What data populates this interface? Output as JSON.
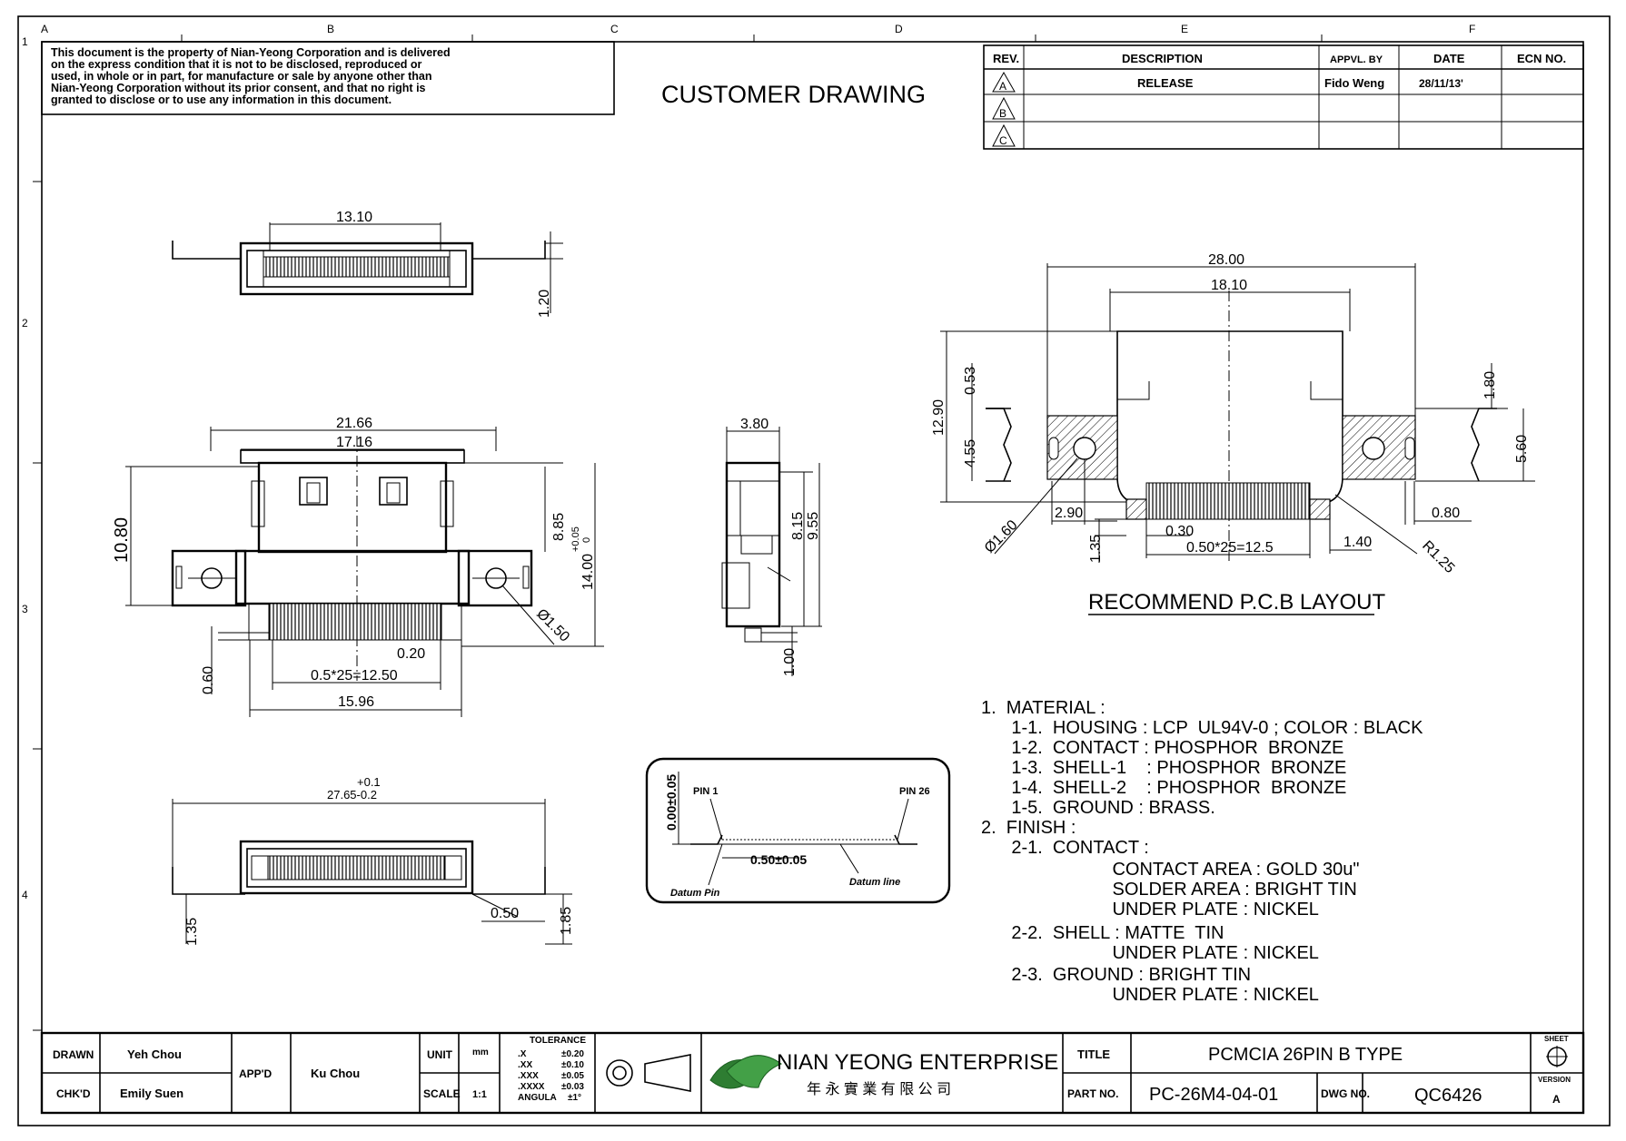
{
  "frame": {
    "columns": [
      "A",
      "B",
      "C",
      "D",
      "E",
      "F"
    ],
    "rows": [
      "1",
      "2",
      "3",
      "4"
    ]
  },
  "notice": [
    "This document is the property of Nian-Yeong Corporation and is delivered",
    "on  the  express condition that it is not to be disclosed, reproduced or",
    "used, in whole or in part, for manufacture or sale by anyone other than",
    "Nian-Yeong Corporation without  its prior consent, and that  no right  is",
    "granted to disclose or to use any information in this  document."
  ],
  "heading": "CUSTOMER  DRAWING",
  "revision_table": {
    "headers": [
      "REV.",
      "DESCRIPTION",
      "APPVL. BY",
      "DATE",
      "ECN NO."
    ],
    "rows": [
      {
        "rev": "A",
        "description": "RELEASE",
        "appvl_by": "Fido Weng",
        "date": "28/11/13'",
        "ecn": ""
      },
      {
        "rev": "B",
        "description": "",
        "appvl_by": "",
        "date": "",
        "ecn": ""
      },
      {
        "rev": "C",
        "description": "",
        "appvl_by": "",
        "date": "",
        "ecn": ""
      }
    ]
  },
  "dims": {
    "top_width": "13.10",
    "top_height": "1.20",
    "front_outer": "21.66",
    "front_inner": "17.16",
    "front_height": "10.80",
    "front_8_85": "8.85",
    "front_14": "14.00",
    "front_14_tol": "+0.05",
    "front_14_tol2": "0",
    "front_hole": "Ø1.50",
    "front_0_20": "0.20",
    "front_pitch": "0.5*25=12.50",
    "front_15_96": "15.96",
    "front_0_60": "0.60",
    "side_width": "3.80",
    "side_8_15": "8.15",
    "side_9_55": "9.55",
    "side_1_00": "1.00",
    "bottom_tol_plus": "+0.1",
    "bottom_width": "27.65-0.2",
    "bottom_0_50": "0.50",
    "bottom_1_85": "1.85",
    "bottom_1_35": "1.35",
    "detail_coplanarity": "0.00±0.05",
    "detail_pin1": "PIN 1",
    "detail_pin26": "PIN 26",
    "detail_pitch": "0.50±0.05",
    "detail_datum_pin": "Datum Pin",
    "detail_datum_line": "Datum line",
    "pcb_28": "28.00",
    "pcb_18_10": "18.10",
    "pcb_12_90": "12.90",
    "pcb_0_53": "0.53",
    "pcb_4_55": "4.55",
    "pcb_1_80": "1.80",
    "pcb_5_60": "5.60",
    "pcb_2_90": "2.90",
    "pcb_0_80": "0.80",
    "pcb_hole": "Ø1.60",
    "pcb_1_35": "1.35",
    "pcb_0_30": "0.30",
    "pcb_pitch": "0.50*25=12.5",
    "pcb_1_40": "1.40",
    "pcb_r": "R1.25"
  },
  "pcb_title": "RECOMMEND P.C.B LAYOUT",
  "notes": [
    "1.  MATERIAL :",
    "      1-1.  HOUSING : LCP  UL94V-0 ; COLOR : BLACK",
    "      1-2.  CONTACT : PHOSPHOR  BRONZE",
    "      1-3.  SHELL-1    : PHOSPHOR  BRONZE",
    "      1-4.  SHELL-2    : PHOSPHOR  BRONZE",
    "      1-5.  GROUND : BRASS.",
    "2.  FINISH :",
    "      2-1.  CONTACT :",
    "                          CONTACT AREA : GOLD 30u\"",
    "                          SOLDER AREA : BRIGHT TIN",
    "                          UNDER PLATE : NICKEL",
    "      2-2.  SHELL : MATTE  TIN",
    "                          UNDER PLATE : NICKEL",
    "      2-3.  GROUND : BRIGHT TIN",
    "                          UNDER PLATE : NICKEL"
  ],
  "title_block": {
    "drawn_label": "DRAWN",
    "drawn": "Yeh Chou",
    "chkd_label": "CHK'D",
    "chkd": "Emily Suen",
    "appd_label": "APP'D",
    "appd": "Ku Chou",
    "unit_label": "UNIT",
    "unit": "mm",
    "scale_label": "SCALE",
    "scale": "1:1",
    "tolerance_label": "TOLERANCE",
    "tolerance_rows": [
      {
        "k": ".X",
        "v": "±0.20"
      },
      {
        "k": ".XX",
        "v": "±0.10"
      },
      {
        "k": ".XXX",
        "v": "±0.05"
      },
      {
        "k": ".XXXX",
        "v": "±0.03"
      },
      {
        "k": "ANGULA",
        "v": "±1°"
      }
    ],
    "company": "NIAN YEONG ENTERPRISE",
    "company_cn": "年 永 實 業 有 限 公 司",
    "title_label": "TITLE",
    "title": "PCMCIA  26PIN  B  TYPE",
    "part_label": "PART NO.",
    "part_no": "PC-26M4-04-01",
    "dwg_label": "DWG NO.",
    "dwg_no": "QC6426",
    "sheet_label": "SHEET",
    "version_label": "VERSION",
    "version": "A"
  }
}
